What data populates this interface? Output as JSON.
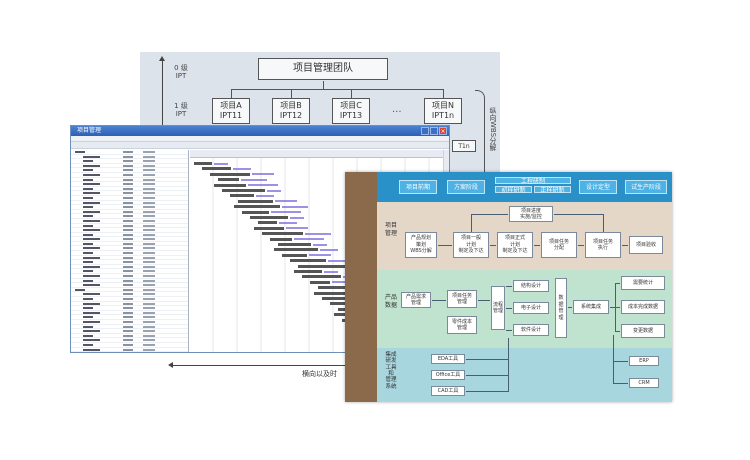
{
  "org": {
    "root": "项目管理团队",
    "level0": "0 级\nIPT",
    "level1": "1 级\nIPT",
    "teams": [
      {
        "name": "项目A",
        "code": "IPT11"
      },
      {
        "name": "项目B",
        "code": "IPT12"
      },
      {
        "name": "项目C",
        "code": "IPT13"
      },
      {
        "name": "项目N",
        "code": "IPT1n"
      }
    ],
    "ellipsis": "...",
    "side_label": "纵向WBS分解",
    "stub": "T1n"
  },
  "gantt": {
    "title": "项目管理",
    "close_label": "×"
  },
  "bottom_label": "横向以及时",
  "arch": {
    "header": {
      "items": [
        "项目前期",
        "方案阶段",
        "工程研制",
        "设计定型",
        "试生产阶段"
      ],
      "split_top": "工程研制",
      "split_bottom_left": "初样研制",
      "split_bottom_right": "正样研制"
    },
    "bands": [
      {
        "label": "项目\n管理"
      },
      {
        "label": "产品\n数据"
      },
      {
        "label": "集成\n研发\n工具\n和\n管理\n系统"
      }
    ],
    "mgmt_nodes": {
      "top": "项目进度\n实施/监控",
      "a": "产品规划\n策划\nWBS分解",
      "b": "项目一般\n计划\n制定及下达",
      "c": "项目正式\n计划\n制定及下达",
      "d": "项目任务\n分配",
      "e": "项目任务\n执行",
      "f": "项目验收"
    },
    "data_nodes": {
      "a": "产品需求\n管理",
      "b": "项目任务\n管理",
      "c": "零件成本\n管理",
      "d": "流程\n管理",
      "e": "结构设计",
      "f": "电子设计",
      "g": "软件设计",
      "h": "数\n据\n管\n理",
      "i": "系统集成",
      "j": "需要统计",
      "k": "成本完成数据",
      "l": "变更数据"
    },
    "tool_nodes": [
      "EDA工具",
      "Office工具",
      "CAD工具"
    ],
    "tool_targets": [
      "ERP",
      "CRM"
    ]
  }
}
